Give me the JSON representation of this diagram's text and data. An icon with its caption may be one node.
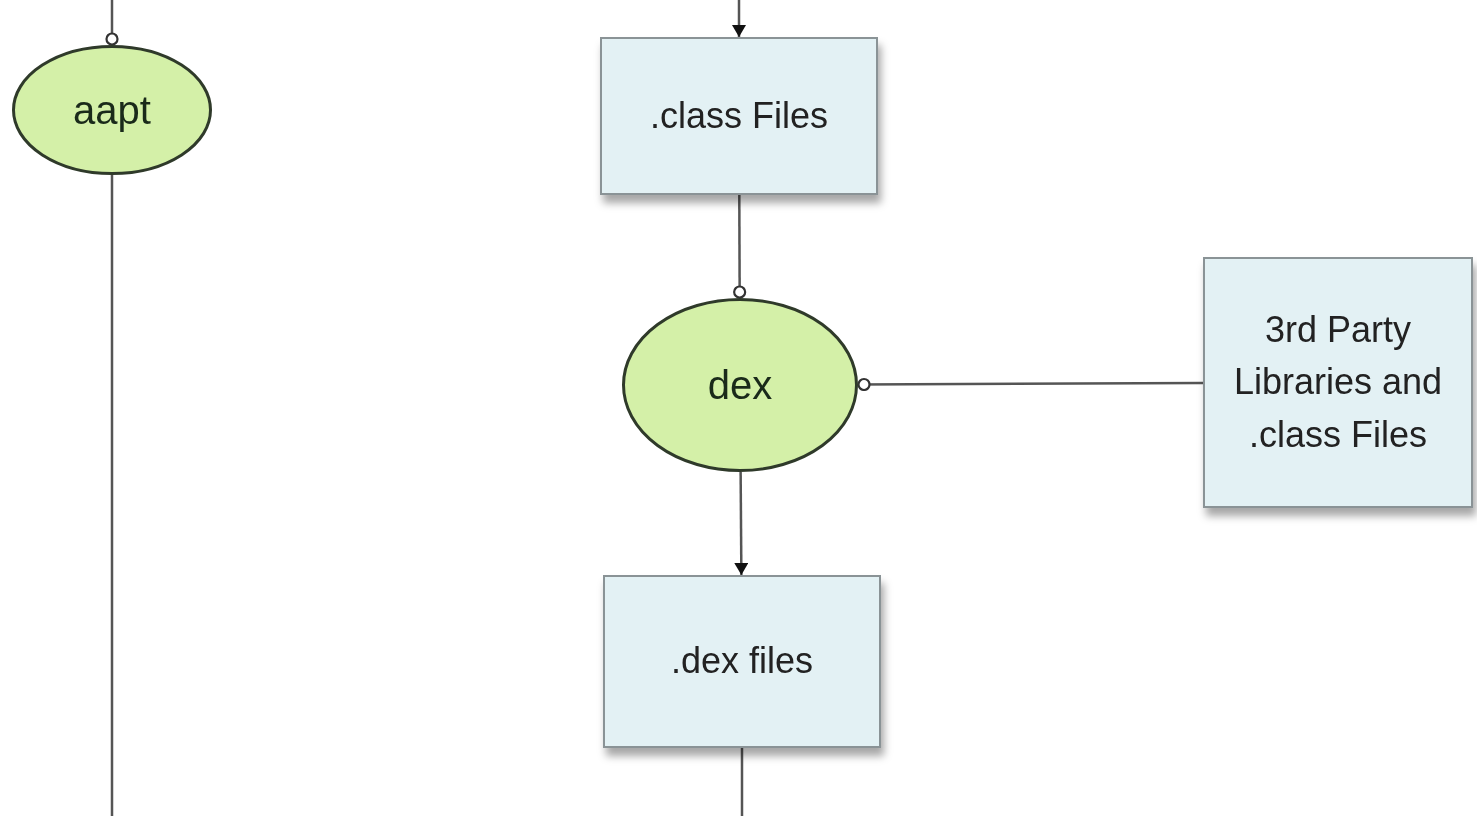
{
  "diagram": {
    "nodes": [
      {
        "text": [
          "aapt"
        ]
      },
      {
        "text": [
          ".class Files"
        ]
      },
      {
        "text": [
          "dex"
        ]
      },
      {
        "text": [
          "3rd Party Libraries and .class Files"
        ]
      },
      {
        "text": [
          ".dex files"
        ]
      }
    ],
    "edges": [
      {
        "from": null,
        "to": 0,
        "arrow": "other"
      },
      {
        "from": 0,
        "to": null,
        "arrow": "none"
      },
      {
        "from": null,
        "to": 1,
        "arrow": "to"
      },
      {
        "from": 1,
        "to": 2,
        "arrow": "other"
      },
      {
        "from": 3,
        "to": 2,
        "arrow": "other"
      },
      {
        "from": 2,
        "to": 4,
        "arrow": "to"
      },
      {
        "from": 4,
        "to": null,
        "arrow": "none"
      }
    ]
  }
}
